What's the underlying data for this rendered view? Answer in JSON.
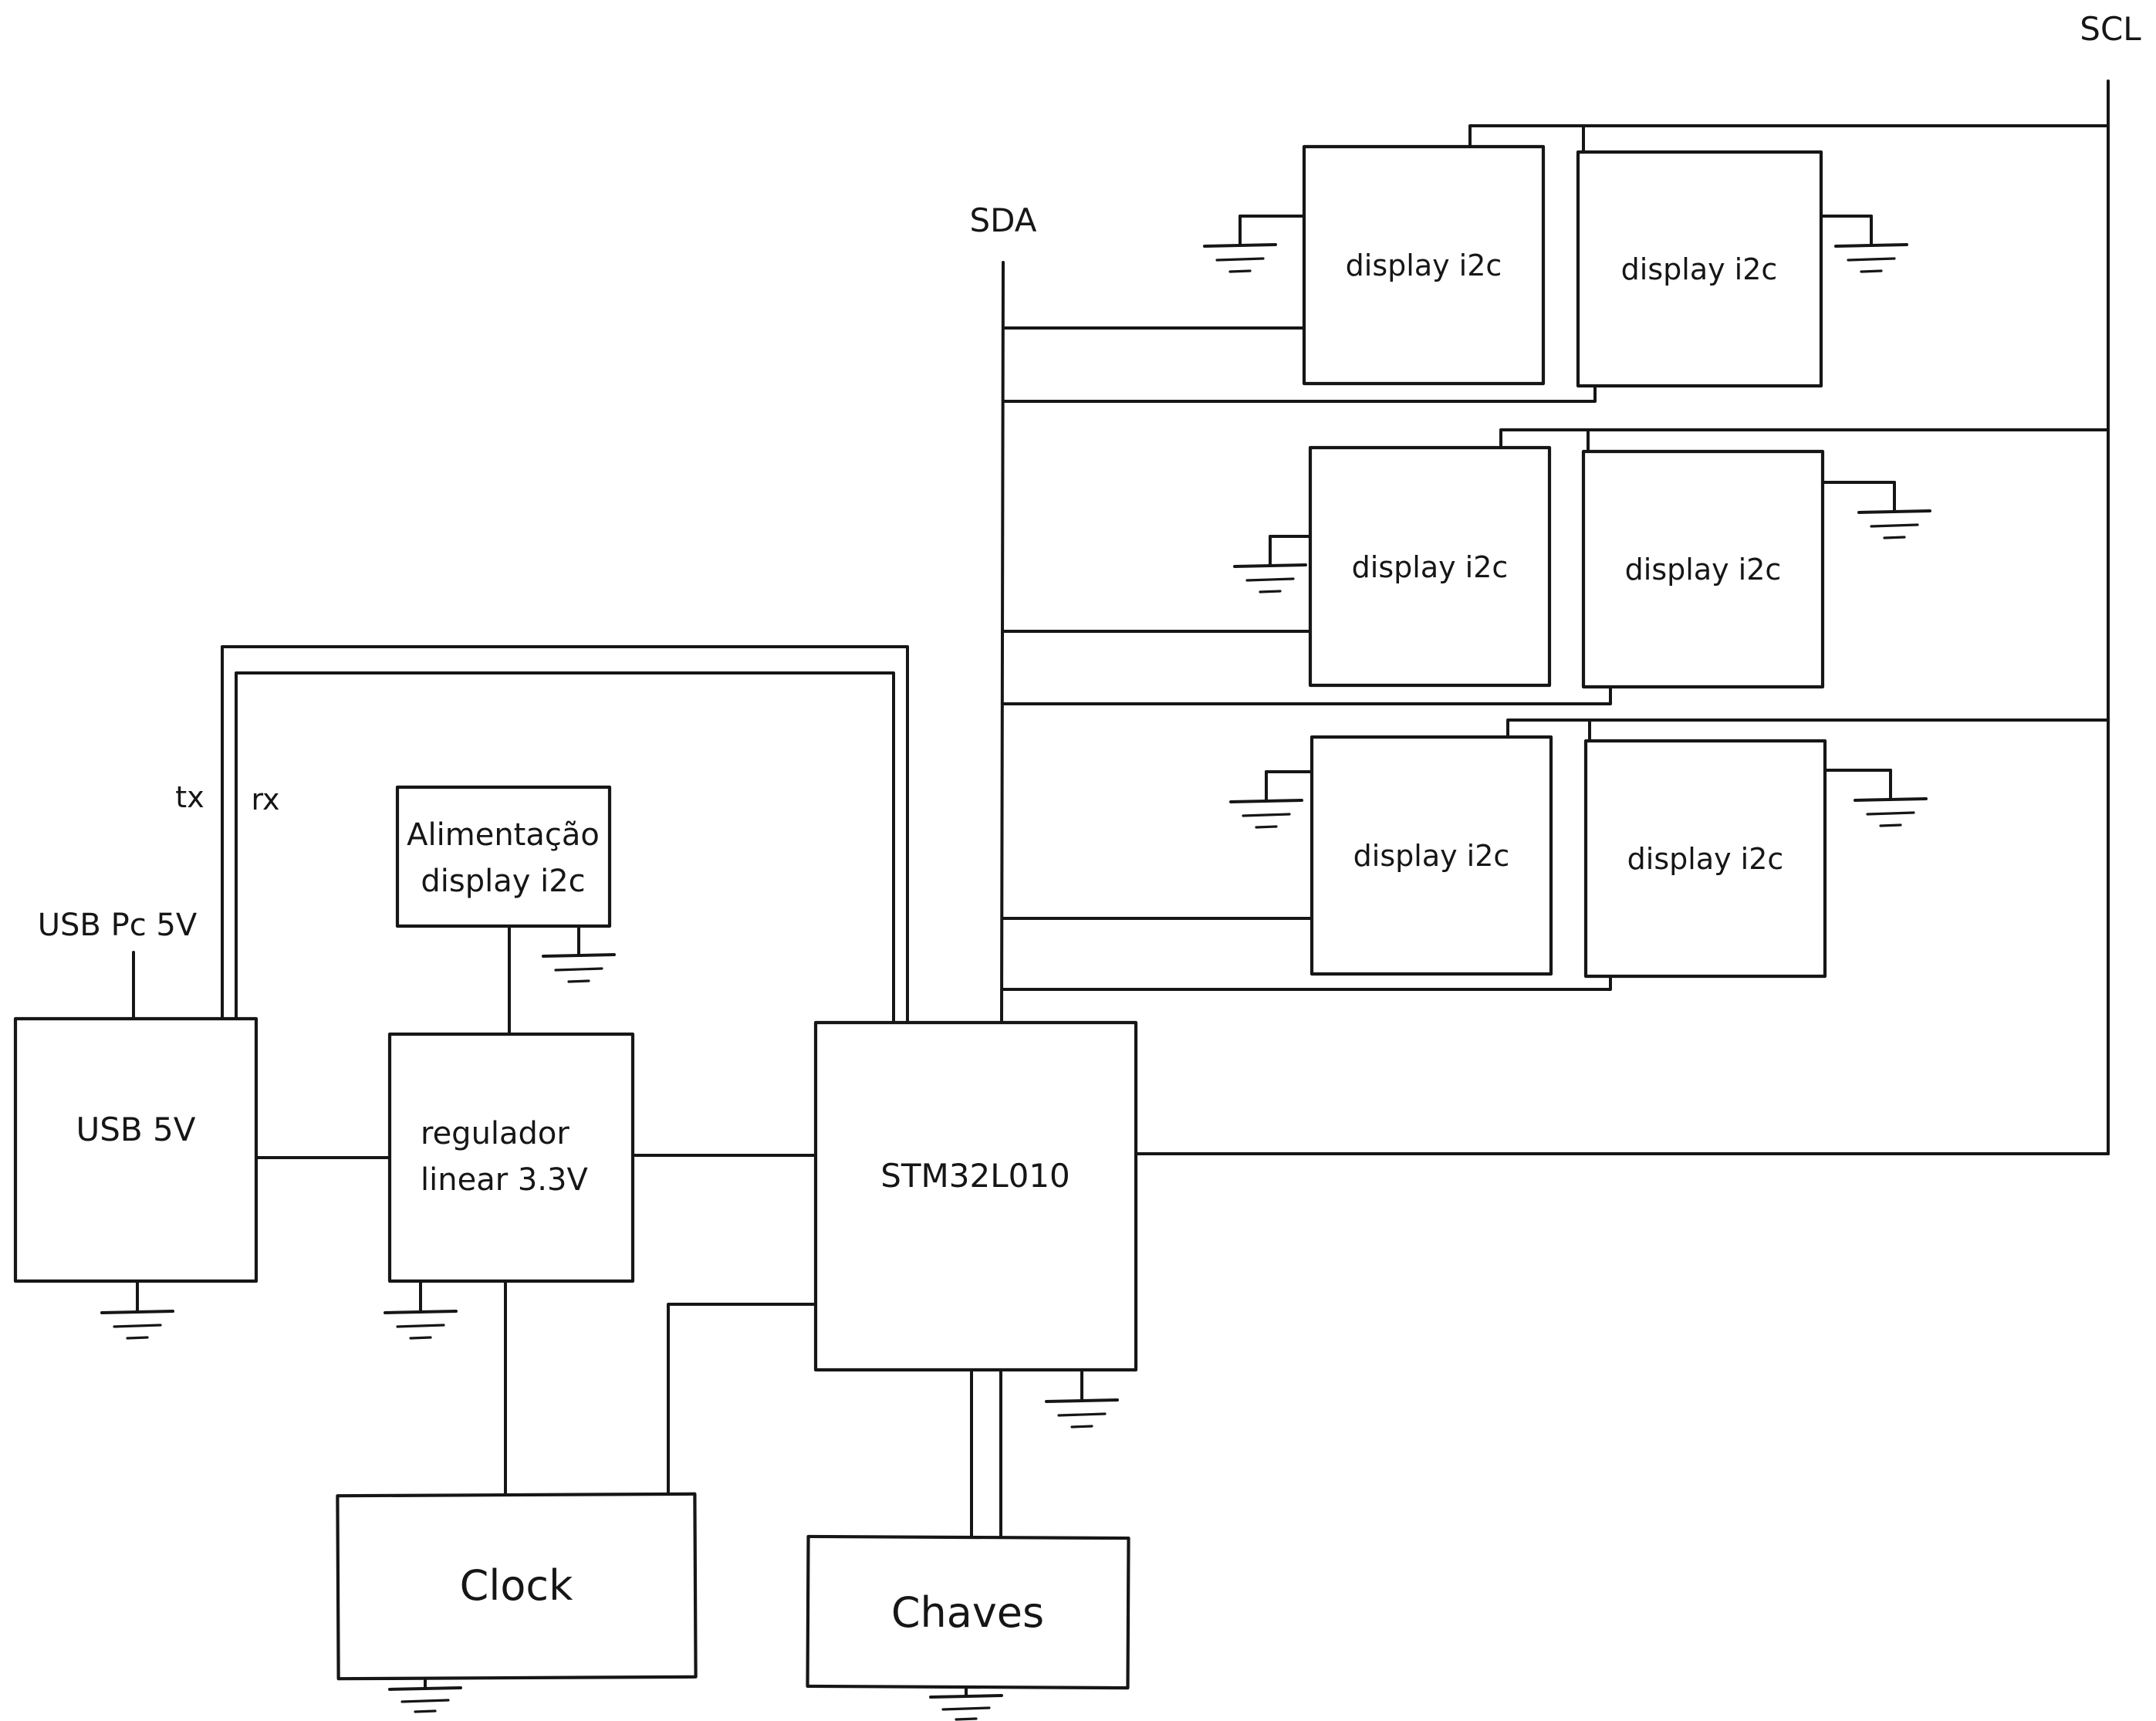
{
  "diagram": {
    "bus_labels": {
      "scl": "SCL",
      "sda": "SDA"
    },
    "serial_labels": {
      "tx": "tx",
      "rx": "rx"
    },
    "usb_input_label": "USB Pc 5V",
    "blocks": {
      "usb": {
        "label": "USB 5V"
      },
      "regulator": {
        "label_line1": "regulador",
        "label_line2": "linear 3.3V"
      },
      "display_power": {
        "label_line1": "Alimentação",
        "label_line2": "display i2c"
      },
      "mcu": {
        "label": "STM32L010"
      },
      "clock": {
        "label": "Clock"
      },
      "switches": {
        "label": "Chaves"
      }
    },
    "displays": [
      {
        "position": "row1-left",
        "label": "display i2c"
      },
      {
        "position": "row1-right",
        "label": "display i2c"
      },
      {
        "position": "row2-left",
        "label": "display i2c"
      },
      {
        "position": "row2-right",
        "label": "display i2c"
      },
      {
        "position": "row3-left",
        "label": "display i2c"
      },
      {
        "position": "row3-right",
        "label": "display i2c"
      }
    ],
    "colors": {
      "ink": "#161616",
      "background": "#ffffff"
    }
  }
}
